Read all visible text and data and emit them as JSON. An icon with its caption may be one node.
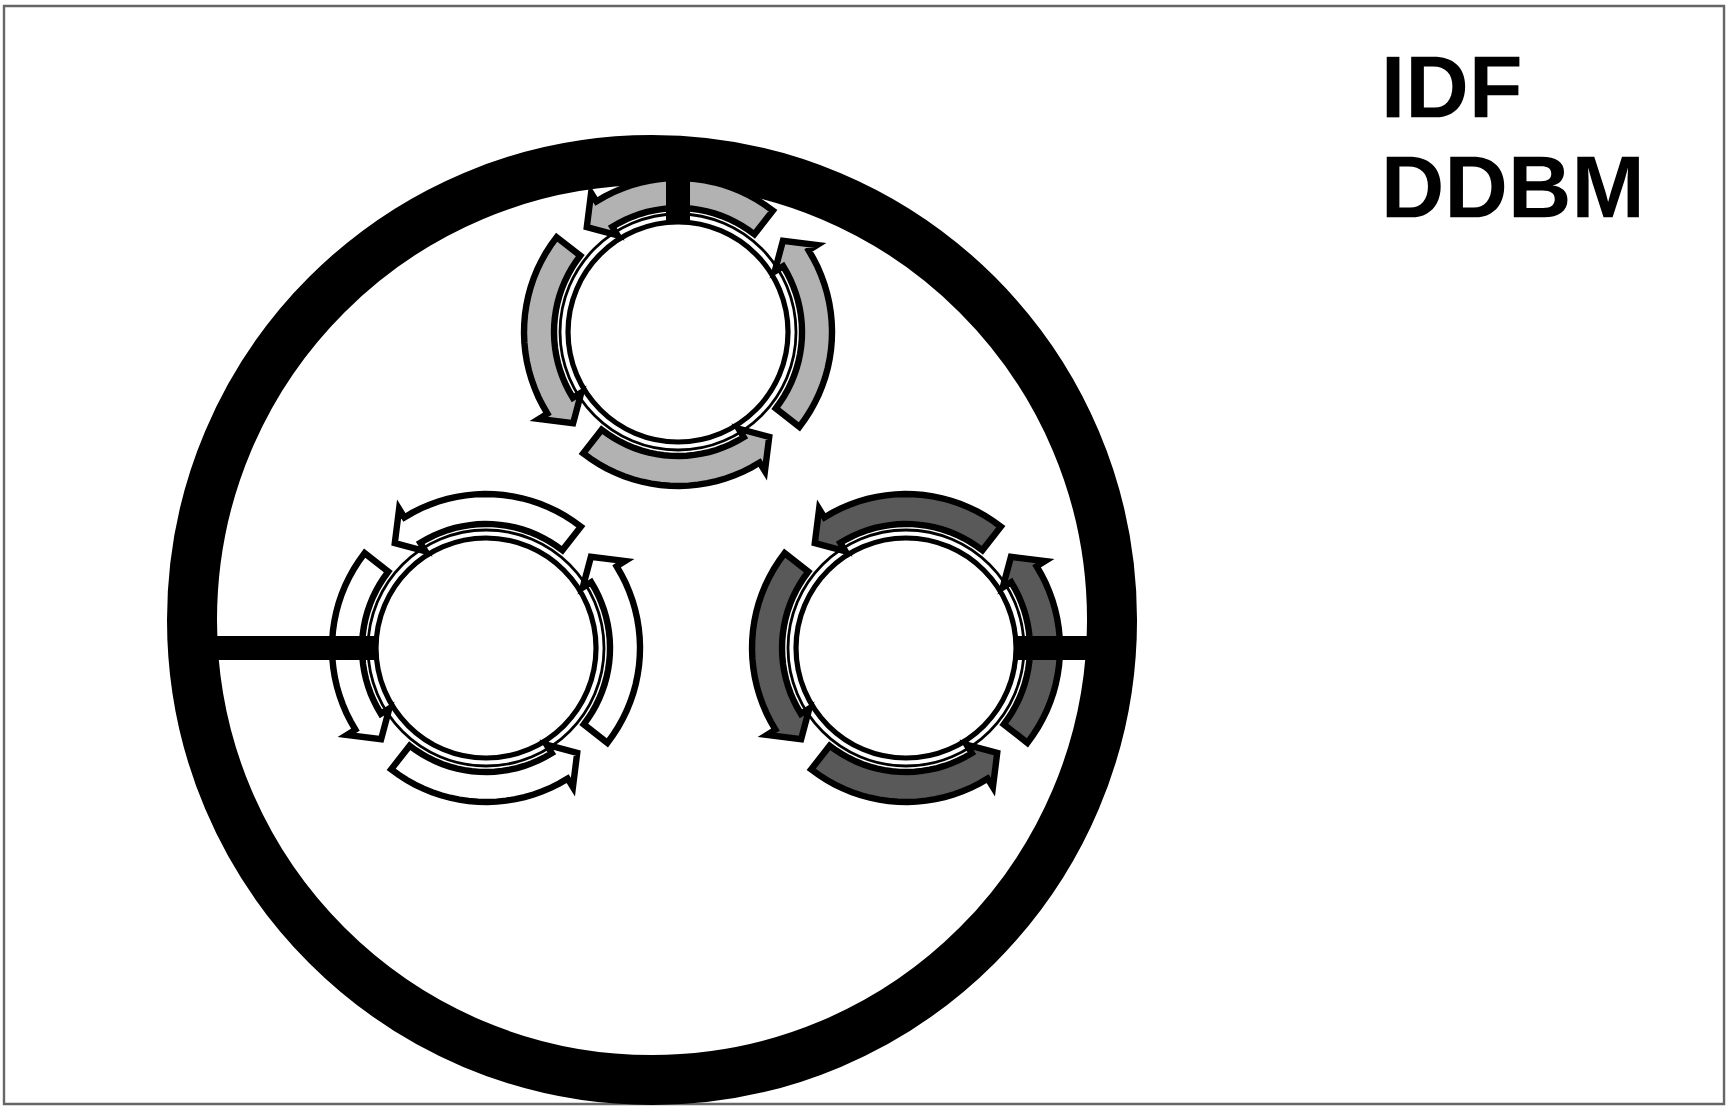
{
  "diagram": {
    "nodes": [
      {
        "text": [],
        "shape": "circle"
      },
      {
        "text": [],
        "shape": "circle",
        "in": 0
      },
      {
        "text": [],
        "shape": "circle",
        "in": 0
      },
      {
        "text": [],
        "shape": "circle",
        "in": 0
      }
    ],
    "edges": [
      {
        "from": 1,
        "to": 0,
        "arrow": "none"
      },
      {
        "from": 2,
        "to": 0,
        "arrow": "none"
      },
      {
        "from": 3,
        "to": 0,
        "arrow": "none"
      }
    ],
    "labels": [
      "IDF",
      "DDBM"
    ]
  }
}
